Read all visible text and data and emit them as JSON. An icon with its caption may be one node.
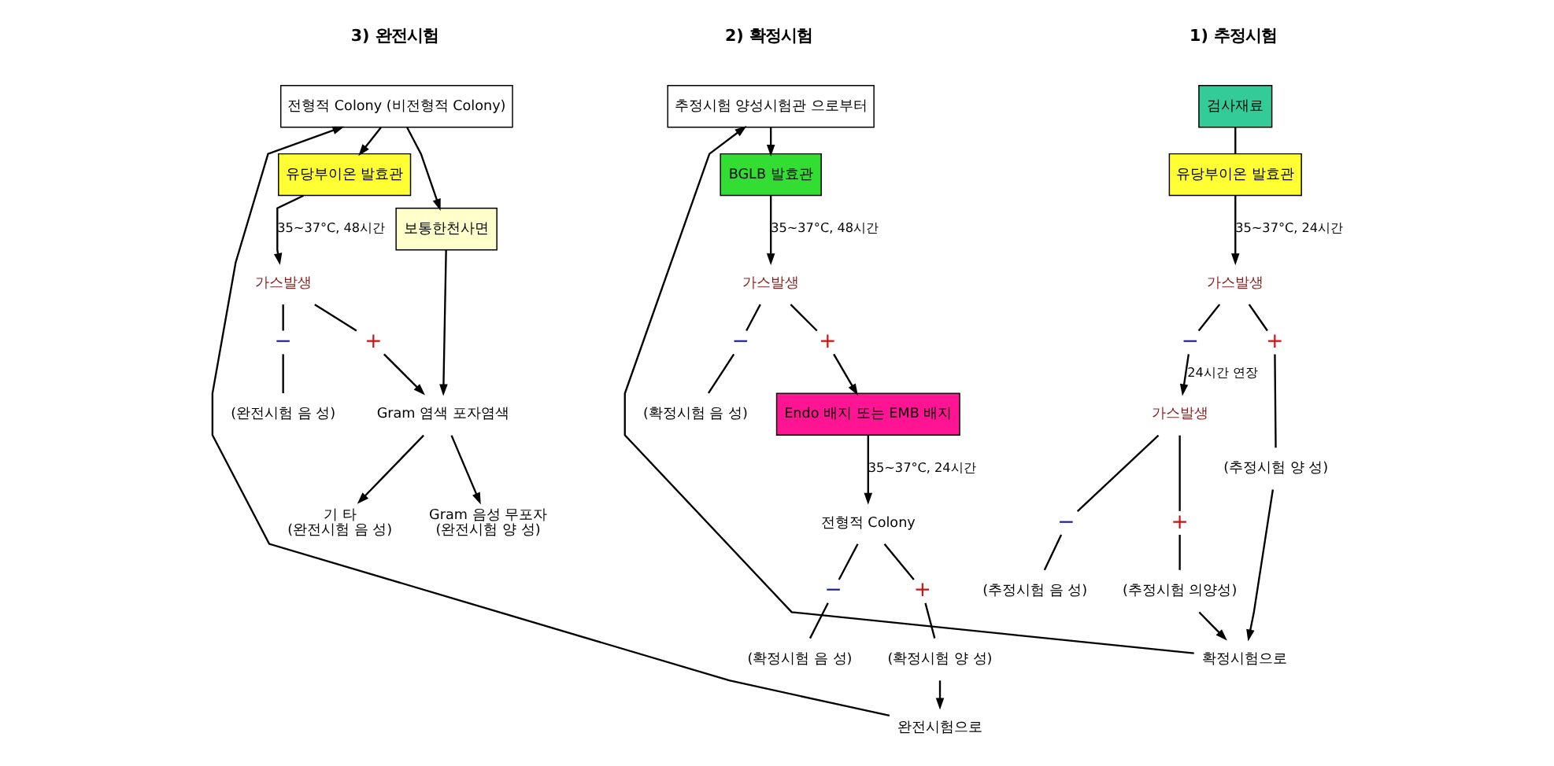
{
  "diagram": {
    "nodes": [
      {
        "text": [
          "검사재료"
        ]
      },
      {
        "text": [
          "유당부이온 발효관"
        ]
      },
      {
        "text": [
          "가스발생"
        ]
      },
      {
        "text": [
          "−"
        ]
      },
      {
        "text": [
          "+"
        ]
      },
      {
        "text": [
          "(추정시험 양 성)"
        ]
      },
      {
        "text": [
          "가스발생"
        ]
      },
      {
        "text": [
          "−"
        ]
      },
      {
        "text": [
          "+"
        ]
      },
      {
        "text": [
          "(추정시험 음 성)"
        ]
      },
      {
        "text": [
          "(추정시험 의양성)"
        ]
      },
      {
        "text": [
          "확정시험으로"
        ]
      },
      {
        "text": [
          "추정시험 양성시험관 으로부터"
        ]
      },
      {
        "text": [
          "BGLB 발효관"
        ]
      },
      {
        "text": [
          "가스발생"
        ]
      },
      {
        "text": [
          "−"
        ]
      },
      {
        "text": [
          "+"
        ]
      },
      {
        "text": [
          "(확정시험 음 성)"
        ]
      },
      {
        "text": [
          "Endo 배지 또는 EMB 배지"
        ]
      },
      {
        "text": [
          "전형적 Colony"
        ]
      },
      {
        "text": [
          "−"
        ]
      },
      {
        "text": [
          "+"
        ]
      },
      {
        "text": [
          "(확정시험 음 성)"
        ]
      },
      {
        "text": [
          "(확정시험 양 성)"
        ]
      },
      {
        "text": [
          "완전시험으로"
        ]
      },
      {
        "text": [
          "전형적 Colony (비전형적 Colony)"
        ]
      },
      {
        "text": [
          "유당부이온 발효관"
        ]
      },
      {
        "text": [
          "보통한천사면"
        ]
      },
      {
        "text": [
          "가스발생"
        ]
      },
      {
        "text": [
          "−"
        ]
      },
      {
        "text": [
          "+"
        ]
      },
      {
        "text": [
          "(완전시험 음 성)"
        ]
      },
      {
        "text": [
          "Gram 염색 포자염색"
        ]
      },
      {
        "text": [
          "기 타",
          "(완전시험 음 성)"
        ]
      },
      {
        "text": [
          "Gram 음성 무포자",
          "(완전시험 양 성)"
        ]
      }
    ],
    "edges": [
      {
        "from": 0,
        "to": 1,
        "arrow": "none"
      },
      {
        "from": 1,
        "to": 2,
        "arrow": "to",
        "label": "35~37°C, 24시간"
      },
      {
        "from": 2,
        "to": 3,
        "arrow": "none"
      },
      {
        "from": 2,
        "to": 4,
        "arrow": "none"
      },
      {
        "from": 3,
        "to": 6,
        "arrow": "to",
        "label": "24시간 연장"
      },
      {
        "from": 4,
        "to": 5,
        "arrow": "none"
      },
      {
        "from": 6,
        "to": 7,
        "arrow": "none"
      },
      {
        "from": 6,
        "to": 8,
        "arrow": "none"
      },
      {
        "from": 7,
        "to": 9,
        "arrow": "none"
      },
      {
        "from": 8,
        "to": 10,
        "arrow": "none"
      },
      {
        "from": 10,
        "to": 11,
        "arrow": "to"
      },
      {
        "from": 5,
        "to": 11,
        "arrow": "to"
      },
      {
        "from": 11,
        "to": 12,
        "arrow": "to"
      },
      {
        "from": 12,
        "to": 13,
        "arrow": "to"
      },
      {
        "from": 13,
        "to": 14,
        "arrow": "to",
        "label": "35~37°C, 48시간"
      },
      {
        "from": 14,
        "to": 15,
        "arrow": "none"
      },
      {
        "from": 14,
        "to": 16,
        "arrow": "none"
      },
      {
        "from": 15,
        "to": 17,
        "arrow": "none"
      },
      {
        "from": 16,
        "to": 18,
        "arrow": "to"
      },
      {
        "from": 18,
        "to": 19,
        "arrow": "to",
        "label": "35~37°C, 24시간"
      },
      {
        "from": 19,
        "to": 20,
        "arrow": "none"
      },
      {
        "from": 19,
        "to": 21,
        "arrow": "none"
      },
      {
        "from": 20,
        "to": 22,
        "arrow": "none"
      },
      {
        "from": 21,
        "to": 23,
        "arrow": "none"
      },
      {
        "from": 23,
        "to": 24,
        "arrow": "to"
      },
      {
        "from": 24,
        "to": 25,
        "arrow": "to"
      },
      {
        "from": 25,
        "to": 26,
        "arrow": "to"
      },
      {
        "from": 25,
        "to": 27,
        "arrow": "to"
      },
      {
        "from": 26,
        "to": 28,
        "arrow": "to",
        "label": "35~37°C, 48시간"
      },
      {
        "from": 28,
        "to": 29,
        "arrow": "none"
      },
      {
        "from": 28,
        "to": 30,
        "arrow": "none"
      },
      {
        "from": 29,
        "to": 31,
        "arrow": "none"
      },
      {
        "from": 30,
        "to": 32,
        "arrow": "to"
      },
      {
        "from": 27,
        "to": 32,
        "arrow": "to"
      },
      {
        "from": 32,
        "to": 33,
        "arrow": "to"
      },
      {
        "from": 32,
        "to": 34,
        "arrow": "to"
      }
    ],
    "labels": [
      "1) 추정시험",
      "2) 확정시험",
      "3) 완전시험"
    ]
  }
}
